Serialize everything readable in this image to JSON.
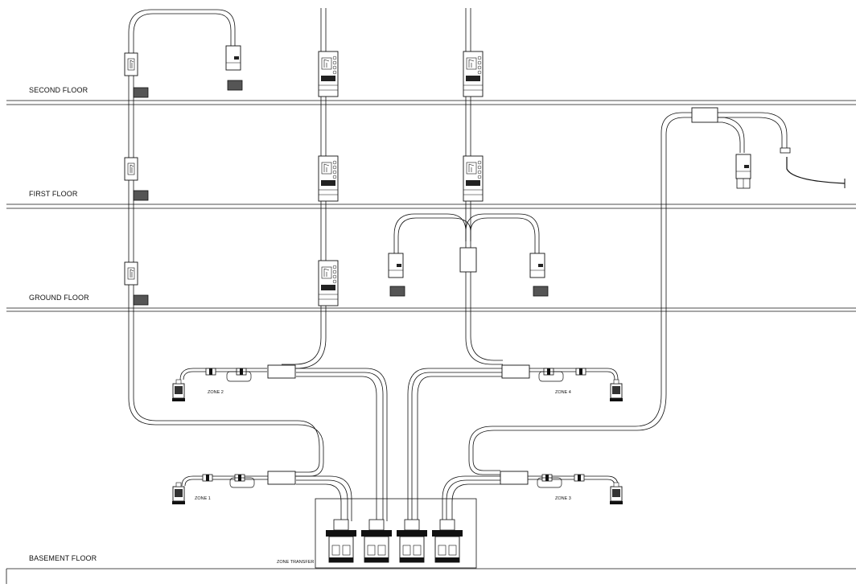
{
  "floors": {
    "second": "SECOND FLOOR",
    "first": "FIRST FLOOR",
    "ground": "GROUND FLOOR",
    "basement": "BASEMENT FLOOR"
  },
  "zones": {
    "zone1": "ZONE 1",
    "zone2": "ZONE 2",
    "zone3": "ZONE 3",
    "zone4": "ZONE 4",
    "transfer": "ZONE TRANSFER"
  }
}
